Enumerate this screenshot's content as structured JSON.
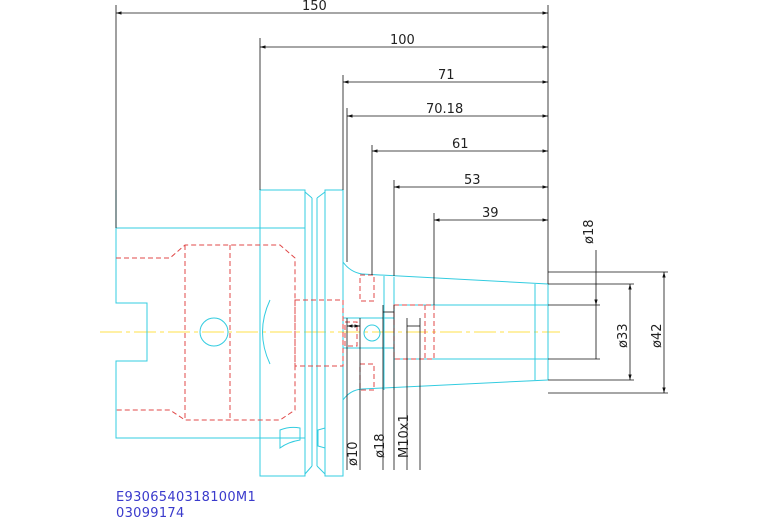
{
  "dimensions": {
    "d150": "150",
    "d100": "100",
    "d71": "71",
    "d70_18": "70.18",
    "d61": "61",
    "d53": "53",
    "d39": "39",
    "dia18_top": "ø18",
    "dia33": "ø33",
    "dia42": "ø42",
    "dia10": "ø10",
    "dia18_bottom": "ø18",
    "thread": "M10x1"
  },
  "part_code": "E9306540318100M1",
  "part_number": "03099174",
  "colors": {
    "outline": "#33cce0",
    "hidden": "#e04848",
    "centerline": "#ffe24a",
    "dimension": "#111111",
    "code_text": "#3a3acc"
  }
}
